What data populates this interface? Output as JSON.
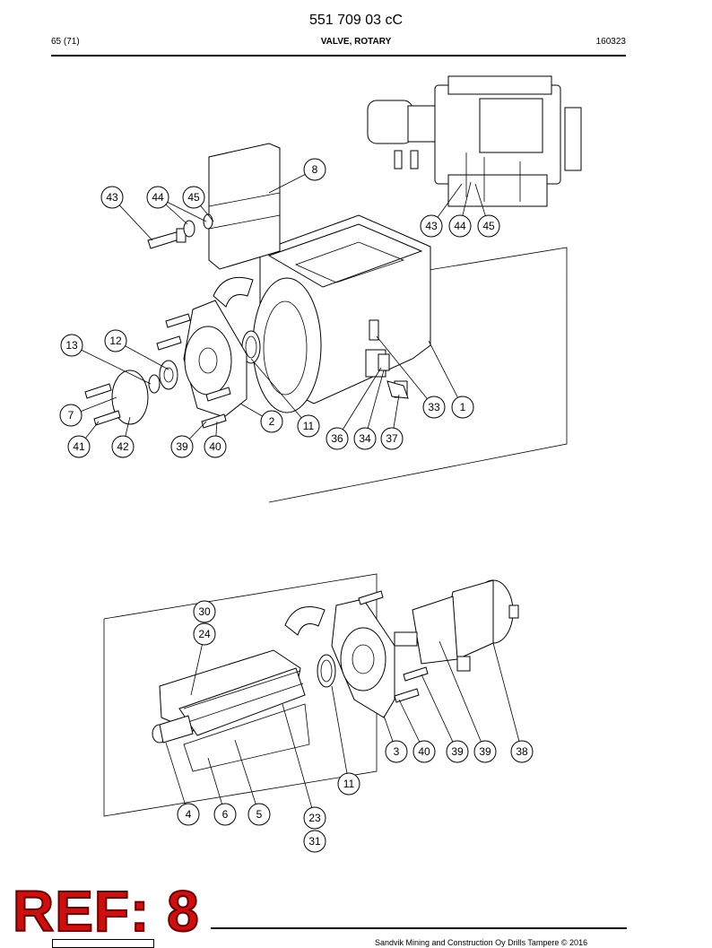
{
  "header": {
    "doc_number": "551 709 03 cC",
    "page": "65 (71)",
    "title": "VALVE, ROTARY",
    "date": "160323"
  },
  "watermark": "REF: 8",
  "footer": "Sandvik Mining and Construction Oy Drills Tampere © 2016",
  "callouts": [
    "43",
    "44",
    "45",
    "8",
    "43",
    "44",
    "45",
    "13",
    "12",
    "7",
    "41",
    "42",
    "39",
    "40",
    "2",
    "11",
    "36",
    "34",
    "37",
    "33",
    "1",
    "30",
    "24",
    "3",
    "40",
    "39",
    "39",
    "38",
    "11",
    "4",
    "6",
    "5",
    "23",
    "31"
  ]
}
